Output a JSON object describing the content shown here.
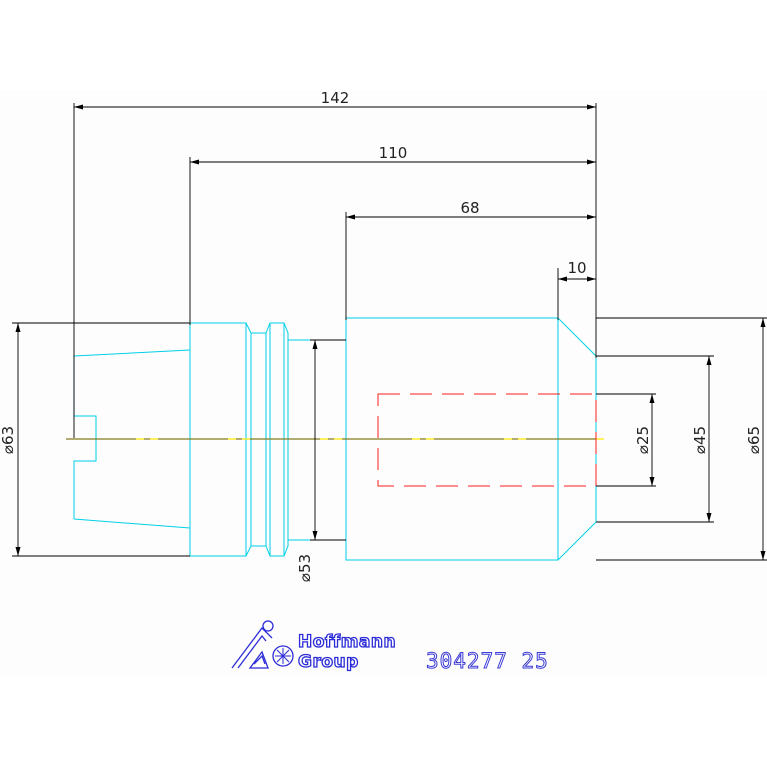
{
  "drawing": {
    "dimensions": {
      "length_total": "142",
      "length_body": "110",
      "length_shank": "68",
      "length_chamfer": "10",
      "dia_flange": "⌀63",
      "dia_neck": "⌀53",
      "dia_bore": "⌀25",
      "dia_face": "⌀45",
      "dia_shank": "⌀65"
    },
    "colors": {
      "outline": "#00d0e8",
      "dimension": "#000000",
      "hidden": "#ff2020",
      "centerline": "#ffe800",
      "logo": "#2b2bd8"
    }
  },
  "title_block": {
    "logo_line1": "Hoffmann",
    "logo_line2": "Group",
    "logo_icon": "hoffmann-group-logo-icon",
    "part_number": "304277 25"
  }
}
